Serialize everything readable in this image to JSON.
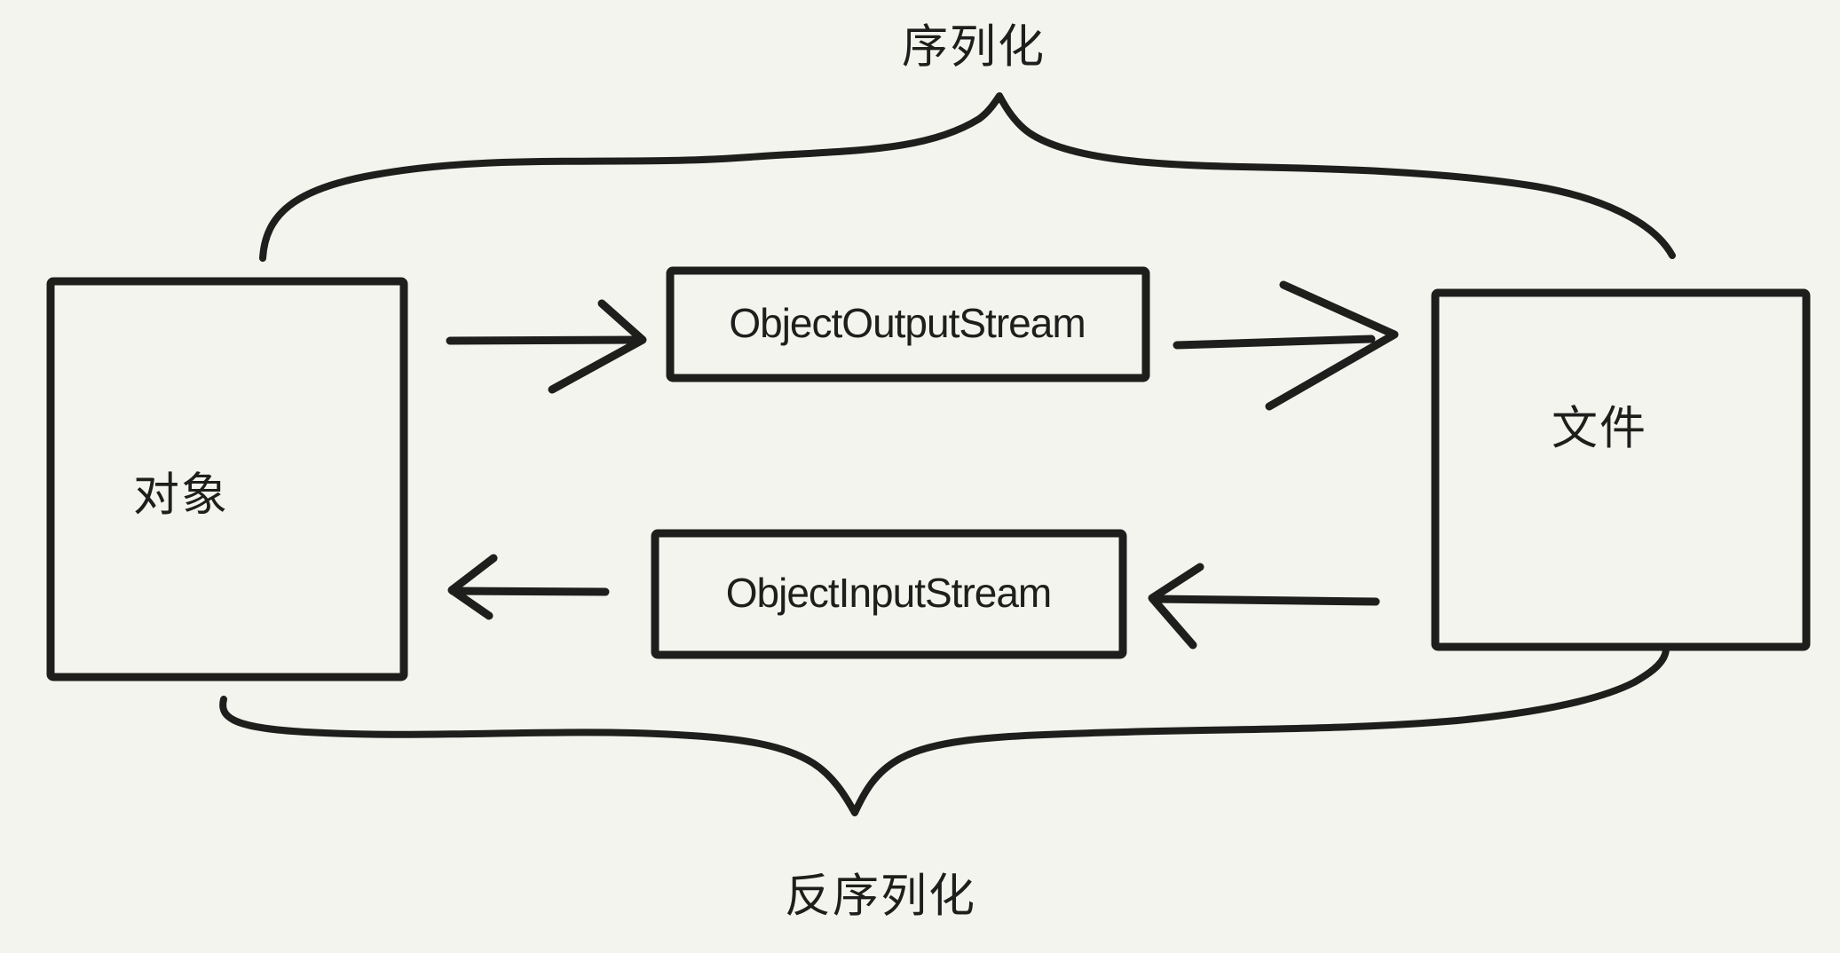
{
  "diagram": {
    "top_label": "序列化",
    "bottom_label": "反序列化",
    "nodes": {
      "object": "对象",
      "output_stream": "ObjectOutputStream",
      "file": "文件",
      "input_stream": "ObjectInputStream"
    },
    "colors": {
      "background": "#f4f4ee",
      "stroke": "#1e1e1c"
    }
  }
}
